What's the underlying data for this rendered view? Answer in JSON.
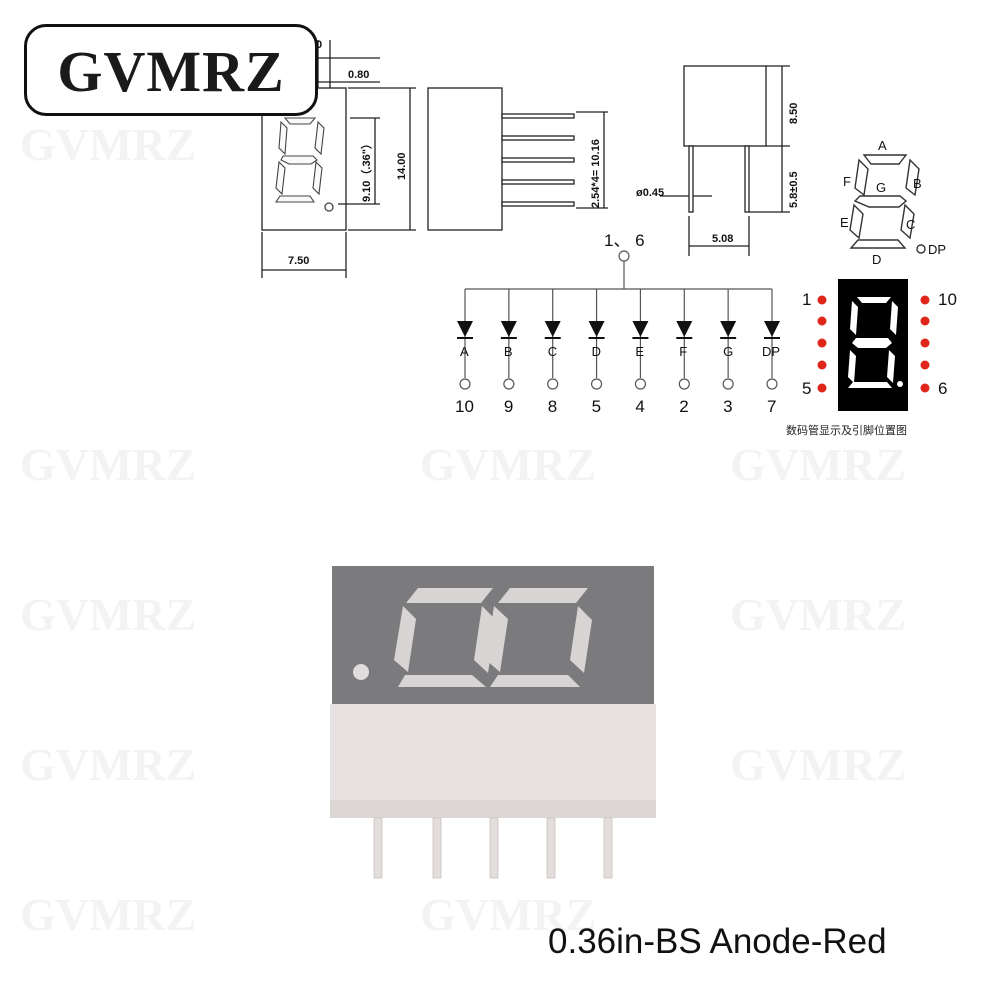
{
  "brand": {
    "logo_text": "GVMRZ",
    "watermark_text": "GVMRZ"
  },
  "drawing": {
    "dimensions": {
      "top_cut": "0",
      "pin_width": "0.80",
      "height": "14.00",
      "digit_height": "9.10（.36\"）",
      "width": "7.50",
      "pitch": "2.54*4= 10.16",
      "body_depth": "8.50",
      "pin_length": "5.8±0.5",
      "pin_diameter": "ø0.45",
      "row_spacing": "5.08"
    },
    "segment_labels": {
      "a": "A",
      "b": "B",
      "c": "C",
      "d": "D",
      "e": "E",
      "f": "F",
      "g": "G",
      "dp": "DP"
    }
  },
  "circuit": {
    "common_label": "1、 6",
    "segments": [
      "A",
      "B",
      "C",
      "D",
      "E",
      "F",
      "G",
      "DP"
    ],
    "pins": [
      "10",
      "9",
      "8",
      "5",
      "4",
      "2",
      "3",
      "7"
    ]
  },
  "pinout": {
    "left_top": "1",
    "left_bottom": "5",
    "right_top": "10",
    "right_bottom": "6",
    "caption": "数码管显示及引脚位置图"
  },
  "product": {
    "caption": "0.36in-BS Anode-Red"
  },
  "colors": {
    "led_dot": "#e0261b",
    "module_face": "#7b7b7d",
    "module_body": "#e7e2e1",
    "segment": "#d8d4d4"
  }
}
